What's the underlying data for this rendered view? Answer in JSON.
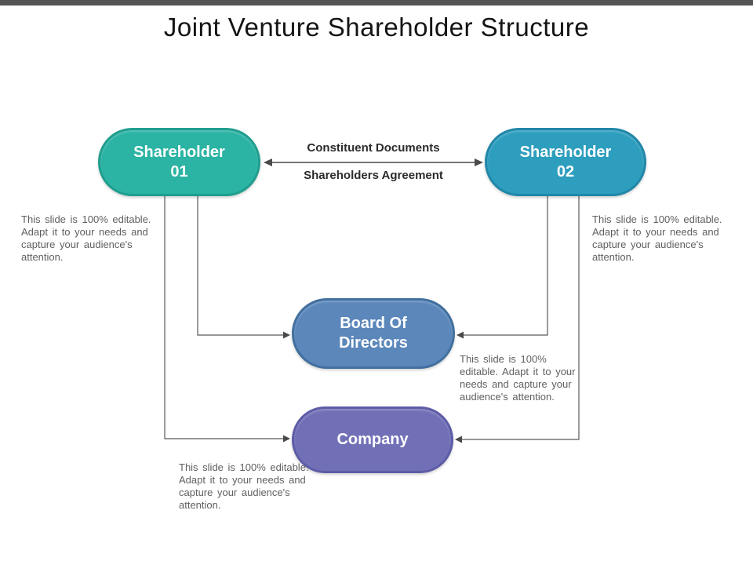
{
  "page": {
    "title": "Joint Venture Shareholder Structure"
  },
  "colors": {
    "top_bar": "#545454",
    "shareholder01_fill": "#2bb3a3",
    "shareholder01_border": "#1f9e8f",
    "shareholder02_fill": "#2e9ebe",
    "shareholder02_border": "#2187a9",
    "board_fill": "#5b87bb",
    "board_border": "#41709f",
    "company_fill": "#7170b7",
    "company_border": "#5d5ca6",
    "connector": "#595959",
    "note_text": "#5f5f5f",
    "title_text": "#141414"
  },
  "diagram": {
    "nodes": {
      "shareholder01": {
        "label": "Shareholder\n01"
      },
      "shareholder02": {
        "label": "Shareholder\n02"
      },
      "board": {
        "label": "Board Of\nDirectors"
      },
      "company": {
        "label": "Company"
      }
    },
    "relationship_labels": {
      "top": "Constituent Documents",
      "bottom": "Shareholders Agreement"
    },
    "notes": {
      "left": "This slide is 100% editable.\nAdapt it to your needs and\ncapture your audience's\nattention.",
      "right": "This slide is 100% editable.\nAdapt it to your needs and\ncapture your audience's\nattention.",
      "board": "This slide is 100%\neditable. Adapt it to your\nneeds and capture your\naudience's attention.",
      "company": "This slide is 100% editable.\nAdapt it to your needs and\ncapture your audience's\nattention."
    }
  }
}
